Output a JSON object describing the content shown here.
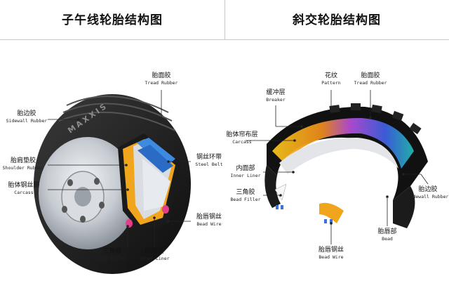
{
  "header": {
    "left_title": "子午线轮胎结构图",
    "right_title": "斜交轮胎结构图"
  },
  "left": {
    "brand": "MAXXIS",
    "labels": [
      {
        "cn": "胎面胶",
        "en": "Tread Rubber"
      },
      {
        "cn": "胎边胶",
        "en": "Sidewall Rubber"
      },
      {
        "cn": "胎肩垫胶",
        "en": "Shoulder Rubber"
      },
      {
        "cn": "胎体钢丝层",
        "en": "Carcass"
      },
      {
        "cn": "钢丝环带",
        "en": "Steel Belt"
      },
      {
        "cn": "胎唇钢丝",
        "en": "Bead Wire"
      },
      {
        "cn": "三角胶",
        "en": "Bead Filler"
      },
      {
        "cn": "内面胶",
        "en": "Inner Liner"
      }
    ]
  },
  "right": {
    "labels": [
      {
        "cn": "花纹",
        "en": "Pattern"
      },
      {
        "cn": "胎面胶",
        "en": "Tread Rubber"
      },
      {
        "cn": "缓冲层",
        "en": "Breaker"
      },
      {
        "cn": "胎体帘布层",
        "en": "Carcass"
      },
      {
        "cn": "内面部",
        "en": "Inner Liner"
      },
      {
        "cn": "三角胶",
        "en": "Bead Filler"
      },
      {
        "cn": "胎边胶",
        "en": "Sidewall Rubber"
      },
      {
        "cn": "胎唇部",
        "en": "Bead"
      },
      {
        "cn": "胎唇钢丝",
        "en": "Bead Wire"
      }
    ]
  }
}
